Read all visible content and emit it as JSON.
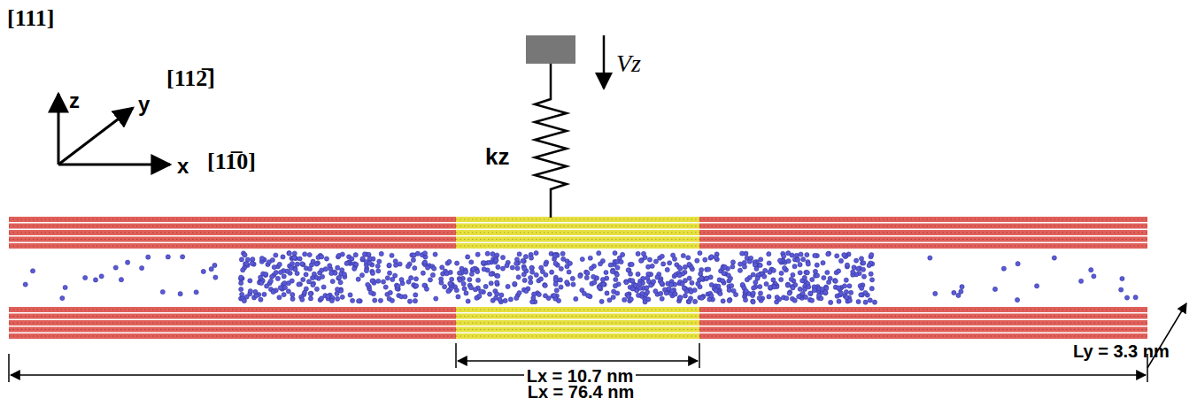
{
  "diagram": {
    "labels": [
      "[111]",
      "z",
      "y",
      "[112̅]",
      "x",
      "[11̅0]",
      "Vz",
      "kz",
      "Lx = 10.7 nm",
      "Ly = 3.3 nm",
      "Lx = 76.4 nm"
    ]
  }
}
